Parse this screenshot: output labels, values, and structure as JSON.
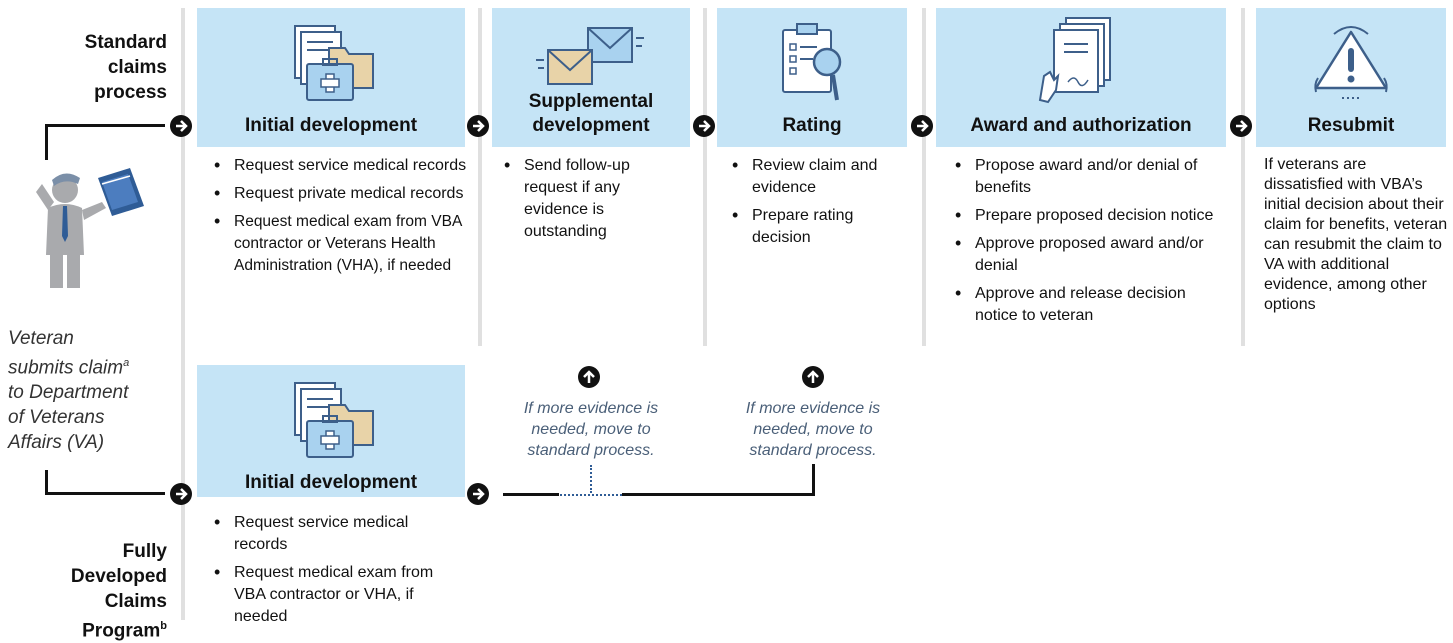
{
  "side": {
    "standard_label": "Standard\nclaims\nprocess",
    "fdc_label": "Fully\nDeveloped\nClaims\nProgram",
    "fdc_sup": "b",
    "veteran_line1": "Veteran",
    "veteran_line2": "submits claim",
    "veteran_sup": "a",
    "veteran_line3": "to Department\nof Veterans\nAffairs (VA)"
  },
  "standard": {
    "steps": [
      {
        "title": "Initial development",
        "icon": "medical-records-icon",
        "bullets": [
          "Request service medical records",
          "Request private medical records",
          "Request medical exam from VBA contractor or Veterans Health Administration (VHA), if needed"
        ]
      },
      {
        "title": "Supplemental development",
        "icon": "envelopes-icon",
        "bullets": [
          "Send follow-up request if any evidence is outstanding"
        ]
      },
      {
        "title": "Rating",
        "icon": "clipboard-magnifier-icon",
        "bullets": [
          "Review claim and evidence",
          "Prepare rating decision"
        ]
      },
      {
        "title": "Award and authorization",
        "icon": "signed-document-icon",
        "bullets": [
          "Propose award and/or denial of benefits",
          "Prepare proposed decision notice",
          "Approve proposed award and/or denial",
          "Approve and release decision notice to veteran"
        ]
      },
      {
        "title": "Resubmit",
        "icon": "warning-icon",
        "text": "If veterans are dissatisfied with VBA’s initial decision about their claim for benefits, veteran can resubmit the claim to VA with additional evidence, among other options"
      }
    ]
  },
  "fdc": {
    "title": "Initial development",
    "icon": "medical-records-icon",
    "bullets": [
      "Request service medical records",
      "Request medical exam from VBA contractor or VHA, if needed"
    ],
    "notes": [
      "If more evidence is needed, move to standard process.",
      "If more evidence is needed, move to standard process."
    ]
  },
  "colors": {
    "box_fill": "#c5e4f6",
    "icon_blue": "#3d5f8a",
    "icon_tan": "#e8d3a8",
    "note_text": "#4a5f78",
    "veteran_gray": "#a9aaad",
    "folder_blue": "#2f5c96"
  }
}
